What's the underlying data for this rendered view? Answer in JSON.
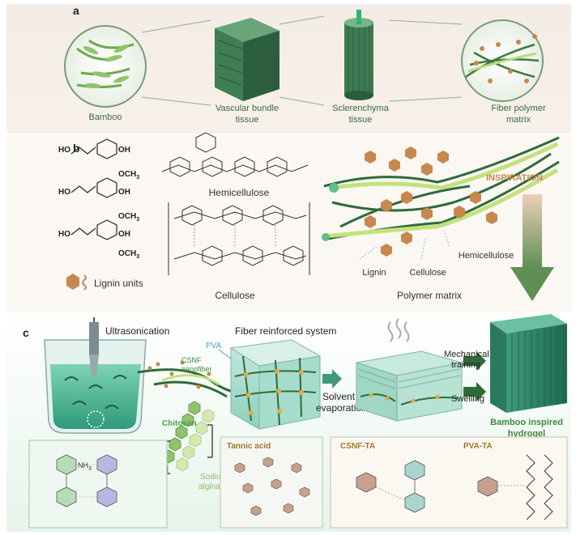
{
  "panel_a": {
    "letter": "a",
    "labels": {
      "bamboo": "Bamboo",
      "vascular_line1": "Vascular bundle",
      "vascular_line2": "tissue",
      "scler_line1": "Sclerenchyma",
      "scler_line2": "tissue",
      "fiber_line1": "Fiber polymer",
      "fiber_line2": "matrix"
    }
  },
  "panel_b": {
    "letter": "b",
    "monomers": {
      "oh": "OH",
      "och3": "OCH",
      "och3_sub": "3"
    },
    "hemicellulose": "Hemicellulose",
    "cellulose": "Cellulose",
    "lignin_units": "Lignin units",
    "inspiration": "INSPIRATION",
    "matrix_labels": {
      "lignin": "Lignin",
      "cellulose": "Cellulose",
      "hemicellulose": "Hemicellulose",
      "polymer_matrix": "Polymer matrix"
    }
  },
  "panel_c": {
    "letter": "c",
    "ultrasonication": "Ultrasonication",
    "fiber_reinforced": "Fiber reinforced system",
    "pva": "PVA",
    "csnf_line1": "CSNF",
    "csnf_line2": "nanofiber",
    "chitosan": "Chitosan",
    "sodium_line1": "Sodium",
    "sodium_line2": "alginate",
    "solvent_line1": "Solvent",
    "solvent_line2": "evaporation",
    "mech_line1": "Mechanical",
    "mech_line2": "training",
    "swelling": "Swelling",
    "bamboo_line1": "Bamboo inspired",
    "bamboo_line2": "hydrogel",
    "tannic_acid": "Tannic acid",
    "csnf_ta": "CSNF-TA",
    "pva_ta": "PVA-TA",
    "nh3": "NH",
    "nh3_sub": "3"
  },
  "colors": {
    "bamboo_green": "#2e7d4f",
    "light_green": "#9ccf6e",
    "lignin_brown": "#c8874c",
    "inspiration_orange": "#c8874c",
    "label_green": "#3c8a3a",
    "pva_blue": "#3aa6d6",
    "hydrogel_teal": "#2f7a63"
  }
}
